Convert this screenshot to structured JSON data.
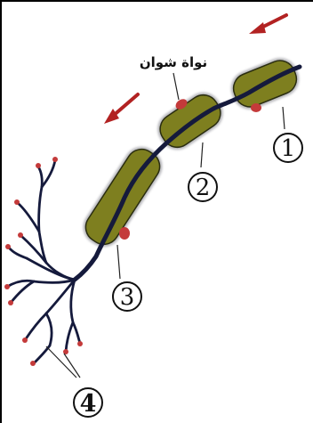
{
  "title_label": "نواة شوان",
  "labels": [
    {
      "id": "1",
      "text": "1"
    },
    {
      "id": "2",
      "text": "2"
    },
    {
      "id": "3",
      "text": "3"
    },
    {
      "id": "4",
      "text": "4"
    }
  ],
  "colors": {
    "myelin_fill": "#7e7f1f",
    "myelin_halo": "#b9b9be",
    "axon": "#151a3c",
    "nucleus": "#c43a3a",
    "arrow": "#b22222"
  }
}
